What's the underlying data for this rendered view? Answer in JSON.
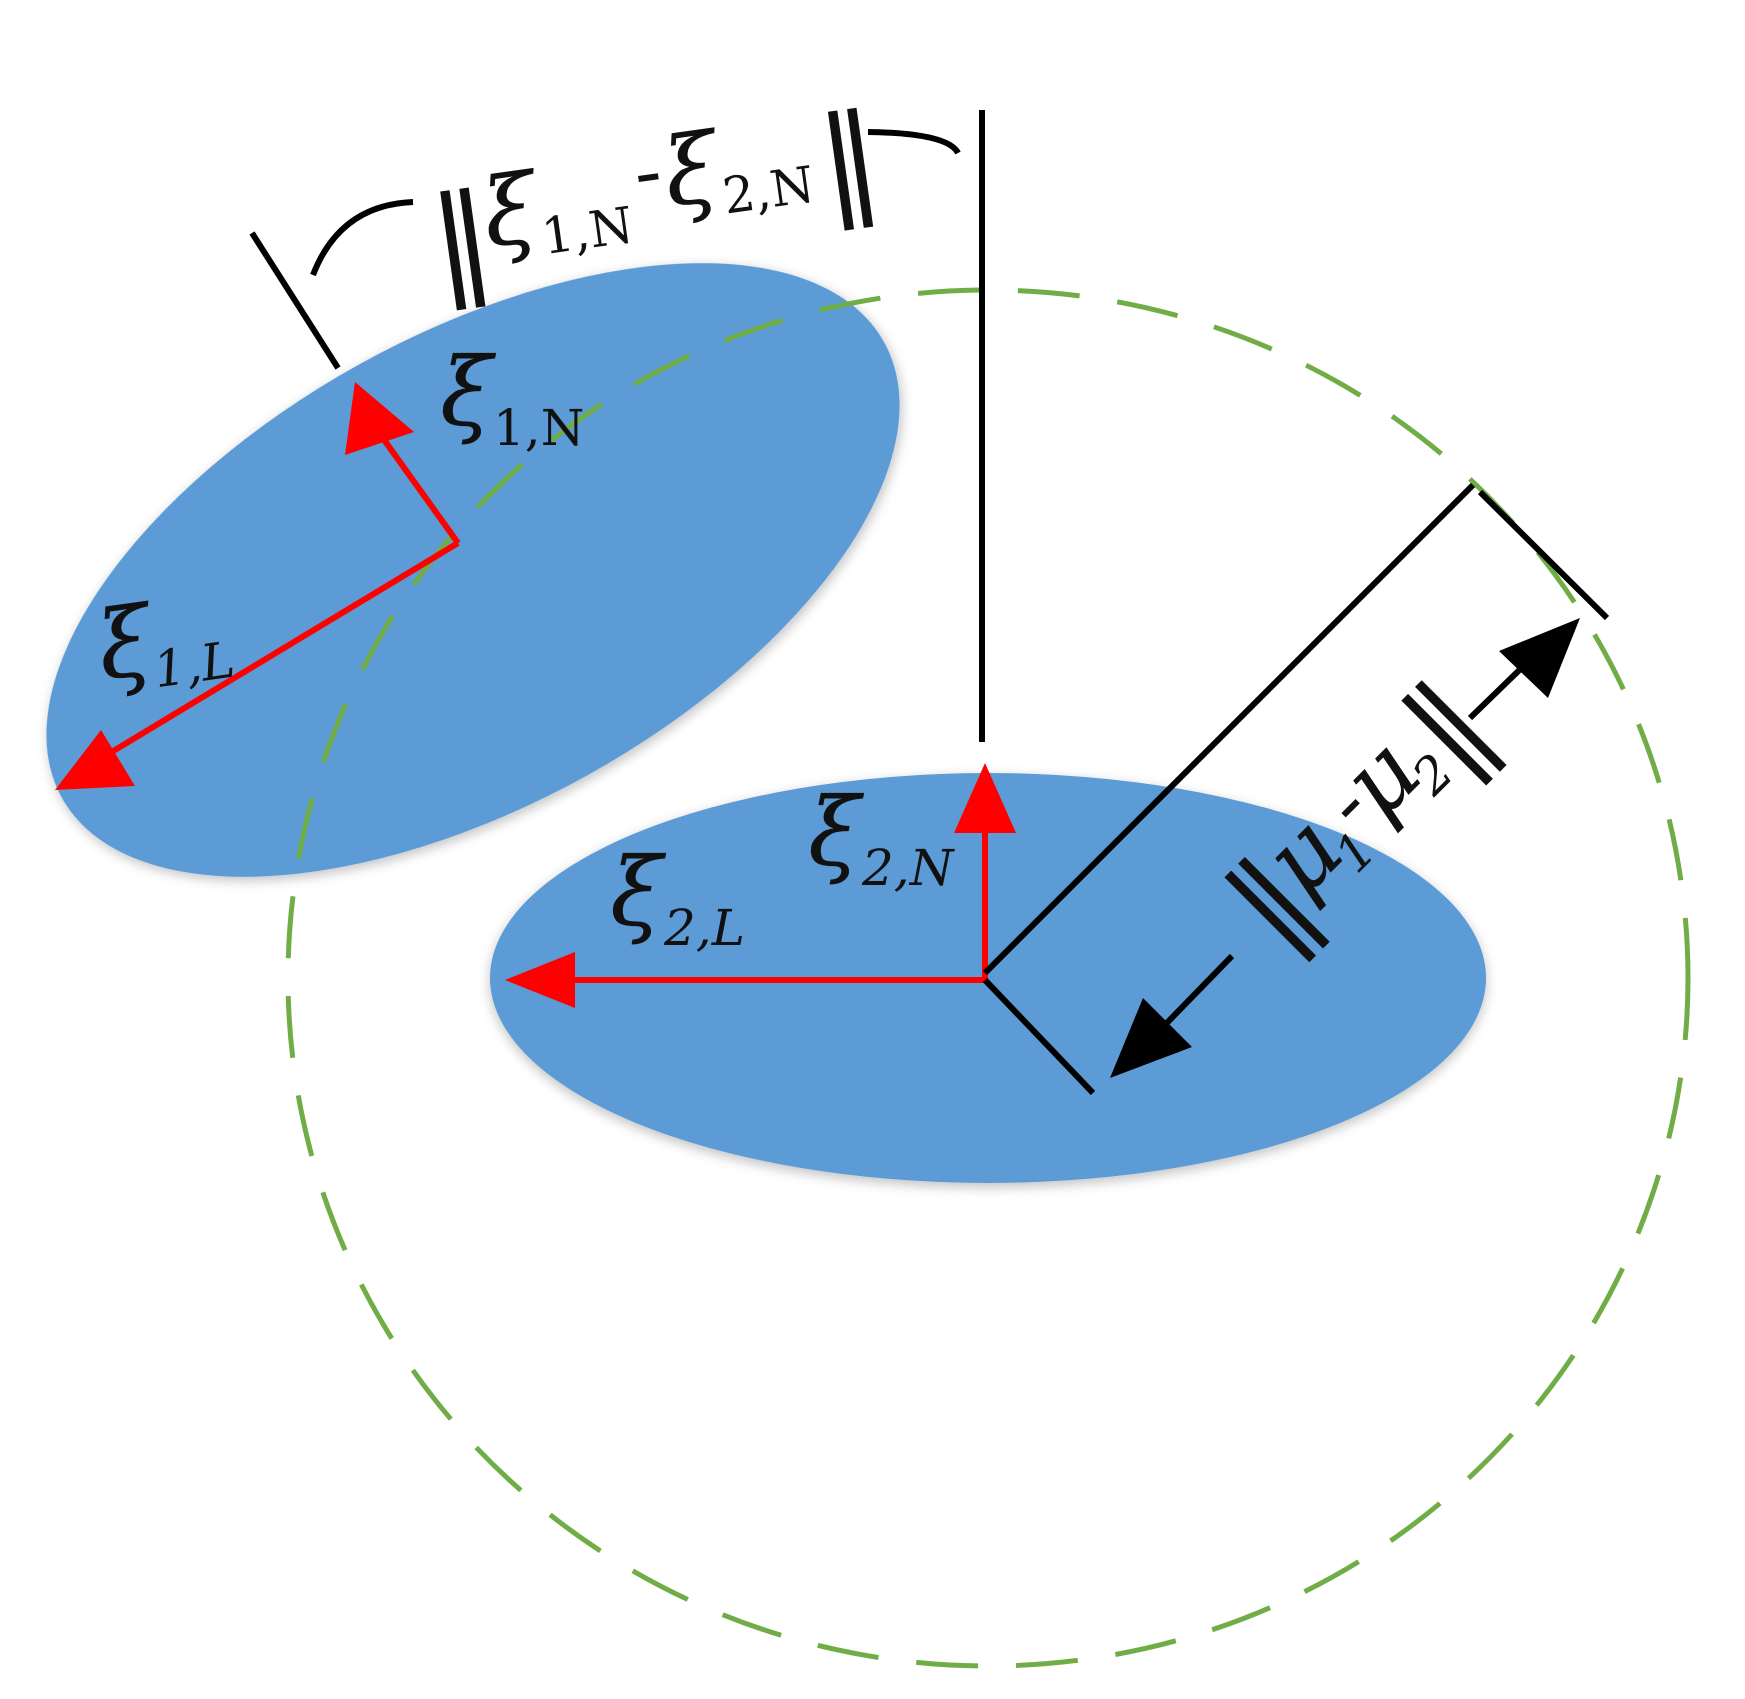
{
  "colors": {
    "ellipse_fill": "#5b9bd5",
    "vector_red": "#ff0000",
    "dashed_green": "#70ad47",
    "line_black": "#000000"
  },
  "labels": {
    "xi1N": {
      "base": "ξ",
      "sub": "1,N"
    },
    "xi1L": {
      "base": "ξ",
      "sub": "1,L"
    },
    "xi2N": {
      "base": "ξ",
      "sub": "2,N"
    },
    "xi2L": {
      "base": "ξ",
      "sub": "2,L"
    },
    "xi_diff": {
      "norm": "‖",
      "a": "ξ",
      "a_sub": "1,N",
      "minus": "-",
      "b": "ξ",
      "b_sub": "2,N"
    },
    "mu_diff": {
      "norm": "‖",
      "a": "μ",
      "a_sub": "1",
      "minus": "-",
      "b": "μ",
      "b_sub": "2"
    }
  }
}
